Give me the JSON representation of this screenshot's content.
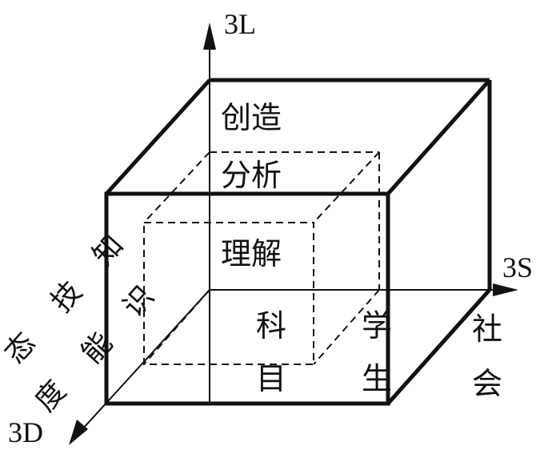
{
  "colors": {
    "ink": "#111111",
    "background": "#ffffff"
  },
  "axes": {
    "vertical": "3L",
    "horizontal": "3S",
    "depth": "3D"
  },
  "levels": {
    "create": "创造",
    "analyze": "分析",
    "understand": "理解"
  },
  "dimensions": {
    "subject_a": "科",
    "subject_b": "目",
    "student_a": "学",
    "student_b": "生",
    "society_a": "社",
    "society_b": "会"
  },
  "depth_labels": {
    "knowledge_a": "知",
    "knowledge_b": "识",
    "skill_a": "技",
    "skill_b": "能",
    "attitude_a": "态",
    "attitude_b": "度"
  }
}
